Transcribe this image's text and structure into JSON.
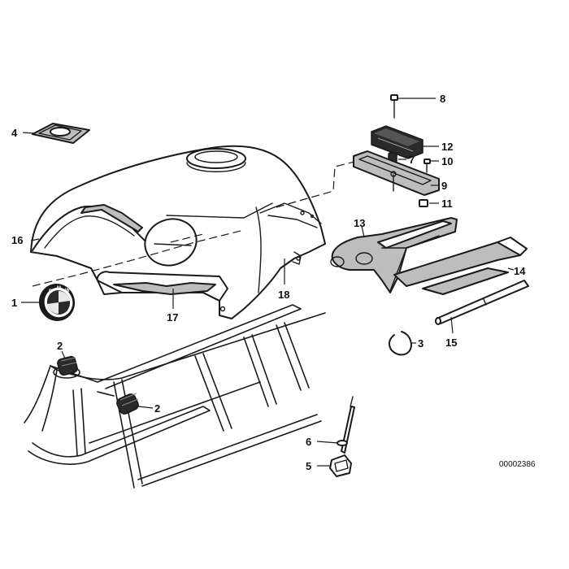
{
  "callouts": {
    "c1": "1",
    "c2a": "2",
    "c2b": "2",
    "c3": "3",
    "c4": "4",
    "c5": "5",
    "c6": "6",
    "c7": "7",
    "c8": "8",
    "c9": "9",
    "c10": "10",
    "c11": "11",
    "c12": "12",
    "c13": "13",
    "c14": "14",
    "c15": "15",
    "c16": "16",
    "c17": "17",
    "c18": "18"
  },
  "reference_code": "00002386",
  "emblem_letters": [
    "B",
    "M",
    "W"
  ],
  "colors": {
    "line": "#1a1a1a",
    "shade": "#bdbdbd",
    "background": "#ffffff"
  }
}
